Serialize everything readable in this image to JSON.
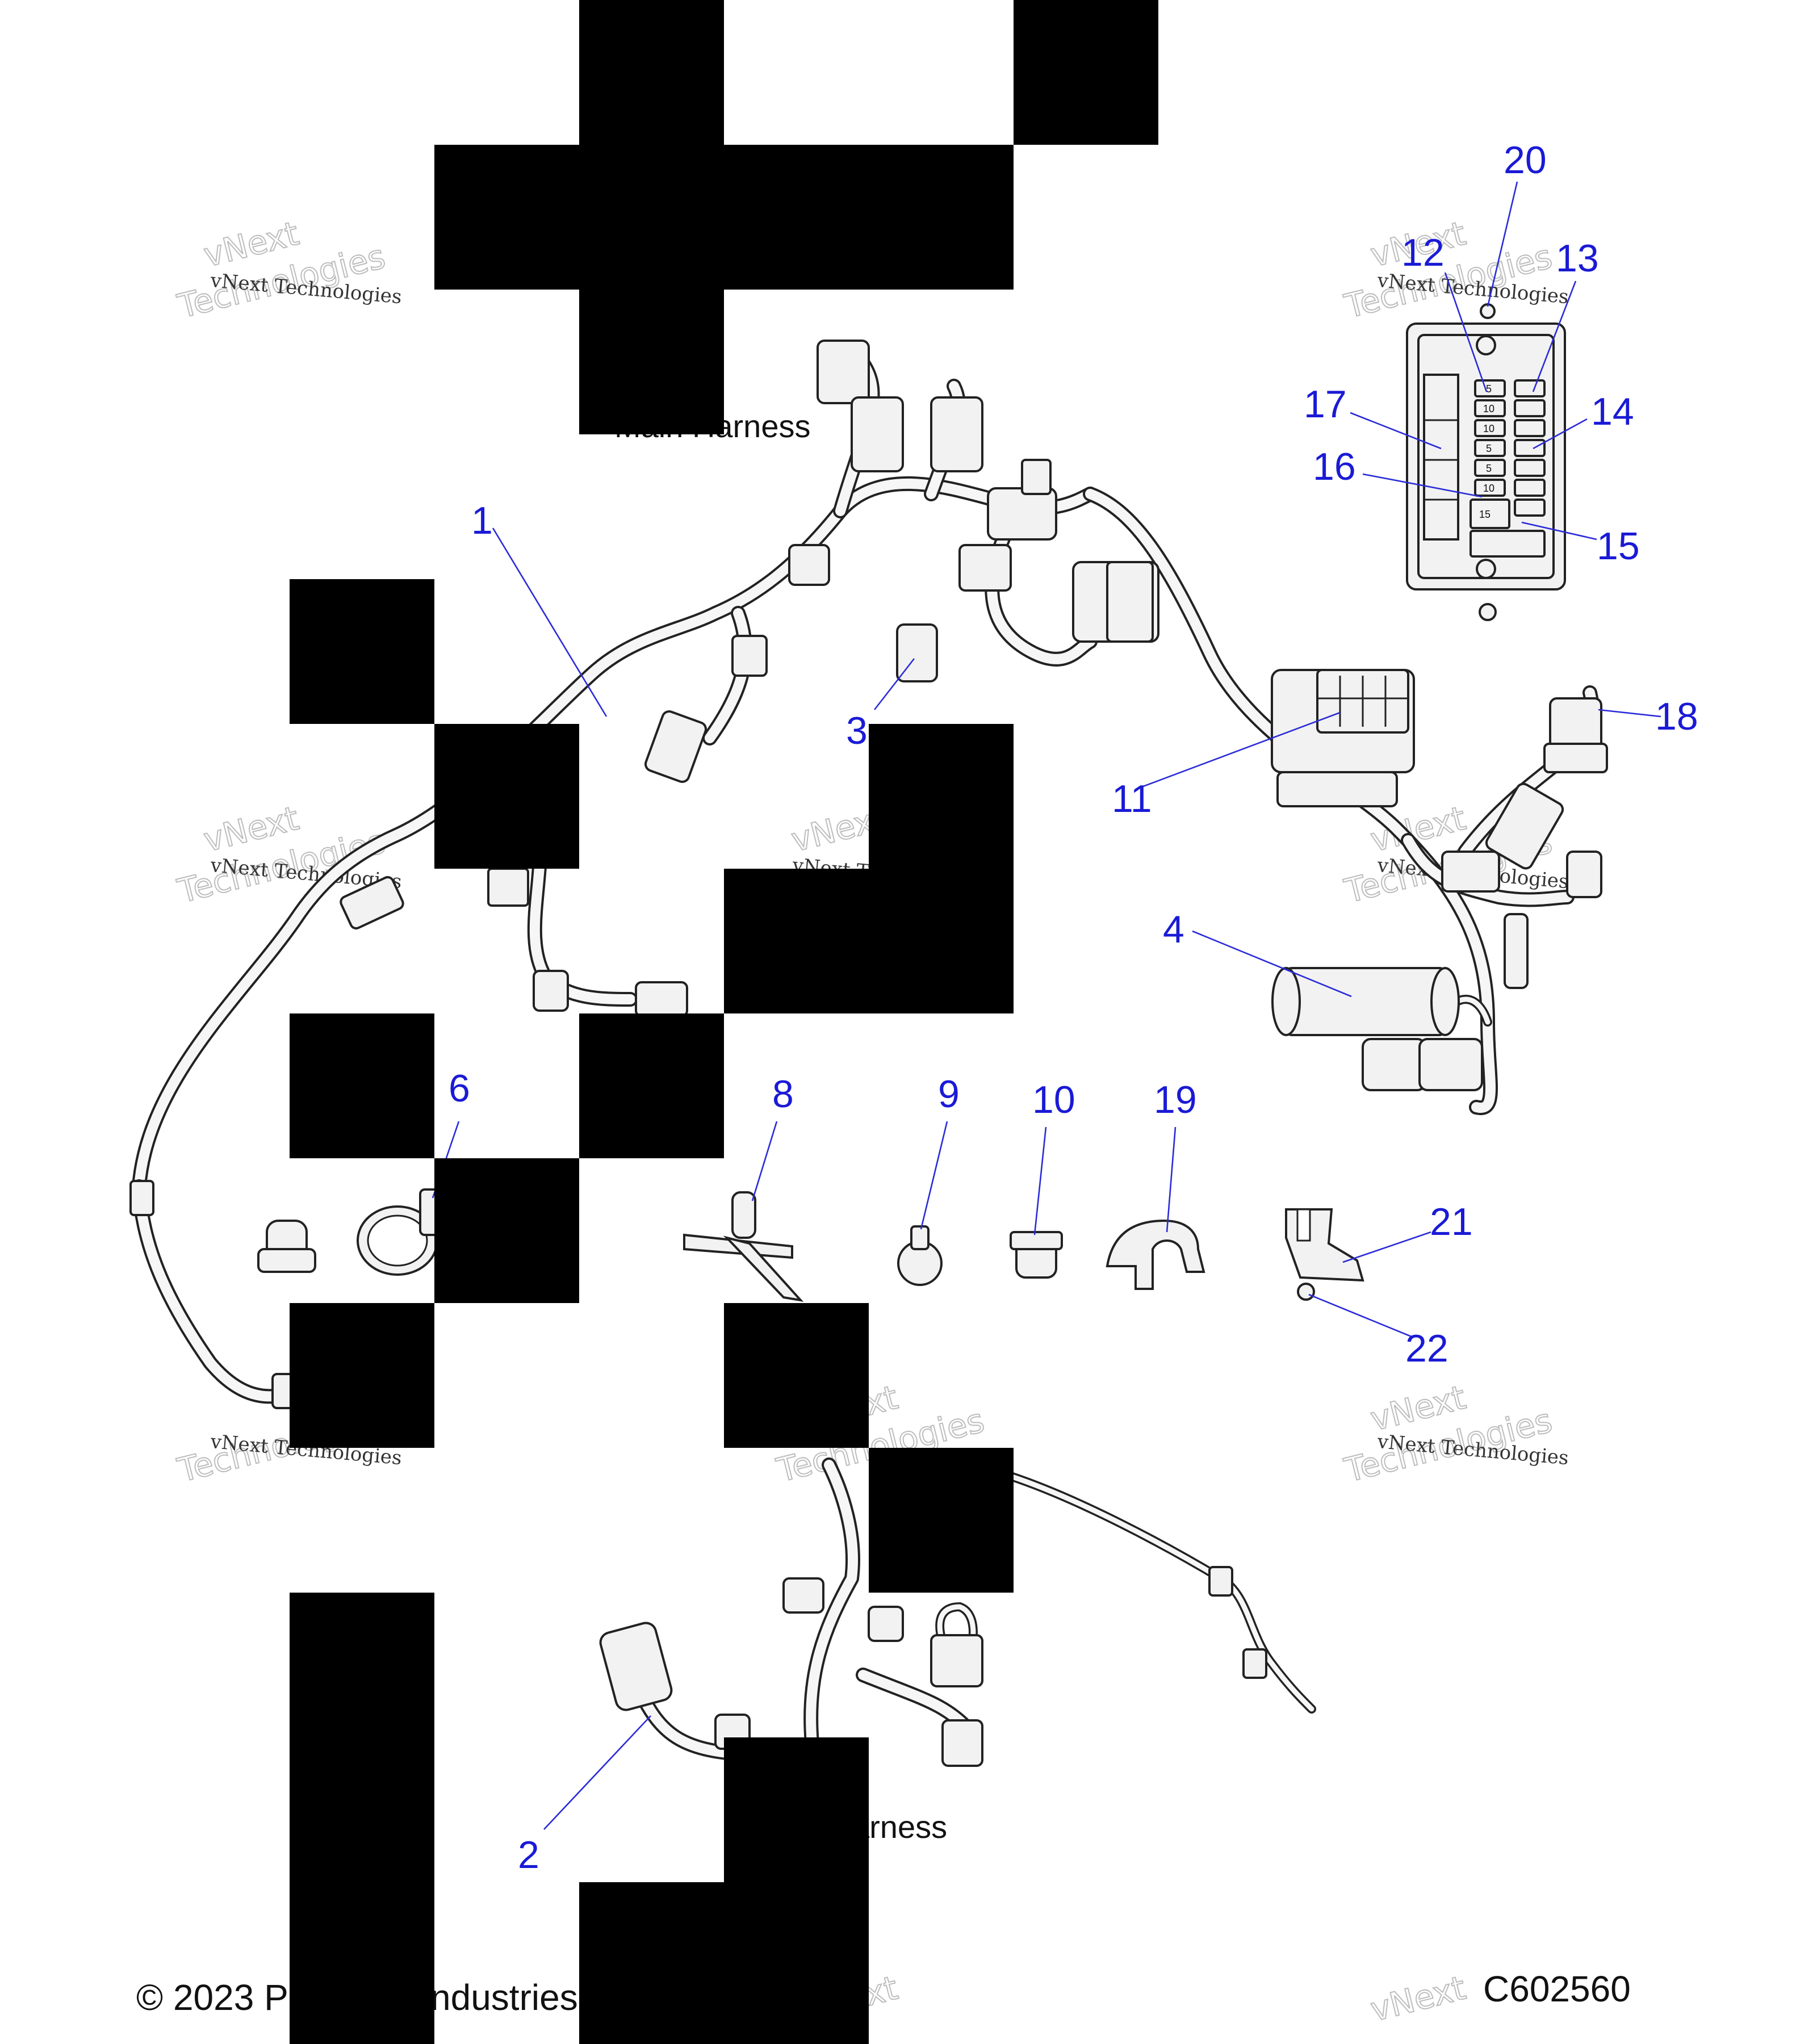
{
  "diagram": {
    "callouts": [
      {
        "id": "1",
        "text": "1"
      },
      {
        "id": "2",
        "text": "2"
      },
      {
        "id": "3",
        "text": "3"
      },
      {
        "id": "4",
        "text": "4"
      },
      {
        "id": "6",
        "text": "6"
      },
      {
        "id": "8",
        "text": "8"
      },
      {
        "id": "9",
        "text": "9"
      },
      {
        "id": "10",
        "text": "10"
      },
      {
        "id": "11",
        "text": "11"
      },
      {
        "id": "12",
        "text": "12"
      },
      {
        "id": "13",
        "text": "13"
      },
      {
        "id": "14",
        "text": "14"
      },
      {
        "id": "15",
        "text": "15"
      },
      {
        "id": "16",
        "text": "16"
      },
      {
        "id": "17",
        "text": "17"
      },
      {
        "id": "18",
        "text": "18"
      },
      {
        "id": "19",
        "text": "19"
      },
      {
        "id": "20",
        "text": "20"
      },
      {
        "id": "21",
        "text": "21"
      },
      {
        "id": "22",
        "text": "22"
      }
    ],
    "labels": {
      "main_harness": "Main Harness",
      "second_harness": "arness"
    },
    "fuse_values": [
      "5",
      "10",
      "10",
      "5",
      "5",
      "10",
      "15"
    ],
    "watermark": {
      "line1": "vNext Technologies",
      "line2": "Technologies",
      "line3": "vNext"
    },
    "footer": {
      "copyright": "© 2023 P",
      "copyright_tail": "ndustries I",
      "code": "C602560"
    }
  }
}
